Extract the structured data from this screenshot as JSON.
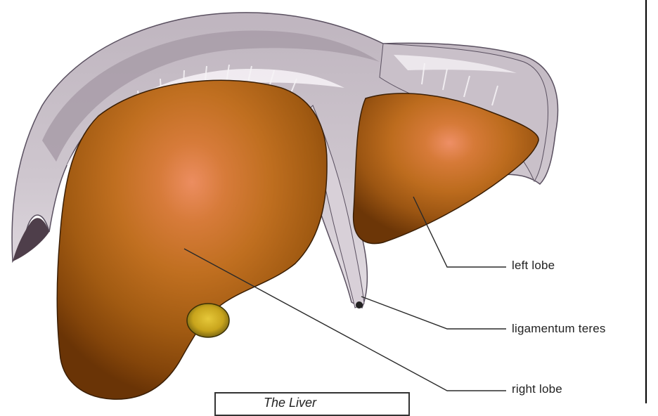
{
  "labels": {
    "left_lobe": "left lobe",
    "ligamentum_teres": "ligamentum teres",
    "right_lobe": "right lobe"
  },
  "caption": {
    "text": "The Liver"
  },
  "colors": {
    "peritoneum": "#c6bdc6",
    "peritoneum_light": "#ebe6eb",
    "lobe_outer": "#6e3808",
    "lobe_mid": "#b86a1a",
    "lobe_inner": "#e88858",
    "gallbladder": "#c8a61c",
    "leader_line": "#2a2a2a"
  }
}
